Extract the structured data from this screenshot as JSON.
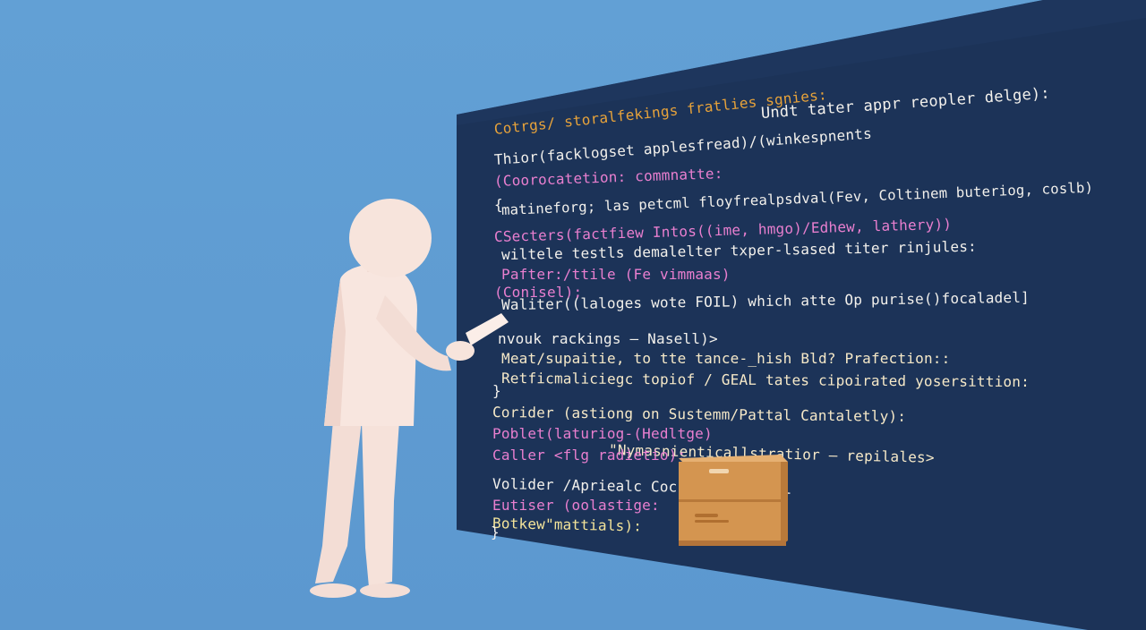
{
  "colors": {
    "background": "#5f9bd0",
    "panel": "#1c3358",
    "figure": "#f7e3dc",
    "cabinet": "#d69a55"
  },
  "code_lines": [
    {
      "id": "l1",
      "text": "Cotrgs/ storalfekings fratlies sgnies:",
      "color": "orange"
    },
    {
      "id": "l2",
      "text": "Undt tater appr reopler delge):",
      "color": "white"
    },
    {
      "id": "l3",
      "text": "Thior(facklogset applesfread)/(winkespnents",
      "color": "white"
    },
    {
      "id": "l4",
      "text": "(Coorocatetion: commnatte:",
      "color": "pink"
    },
    {
      "id": "l5",
      "text": "{",
      "color": "white"
    },
    {
      "id": "l6",
      "text": "matineforg; las petcml floyfrealpsdval(Fev, Coltinem buteriog, coslb)",
      "color": "white"
    },
    {
      "id": "l7",
      "text": "CSecters(factfiew Intos((ime, hmgo)/Edhew, lathery))",
      "color": "pink"
    },
    {
      "id": "l8",
      "text": "wiltele testls demalelter txper-lsased titer rinjules:",
      "color": "white"
    },
    {
      "id": "l9",
      "text": "Pafter:/ttile (Fe vimmaas)",
      "color": "pink"
    },
    {
      "id": "l10",
      "text": "(Conisel);",
      "color": "pink"
    },
    {
      "id": "l11",
      "text": "Waliter((laloges wote FOIL) which atte Op purise()focaladel]",
      "color": "white"
    },
    {
      "id": "l12",
      "text": "nvouk rackings – Nasell)>",
      "color": "white"
    },
    {
      "id": "l13",
      "text": "Meat/supaitie, to tte tance-_hish Bld? Prafection::",
      "color": "cream"
    },
    {
      "id": "l14",
      "text": "Retficmaliciegc topiof / GEAL tates cipoirated yosersittion:",
      "color": "cream"
    },
    {
      "id": "l15",
      "text": "}",
      "color": "white"
    },
    {
      "id": "l16",
      "text": "Corider (astiong on Sustemm/Pattal Cantaletly):",
      "color": "cream"
    },
    {
      "id": "l17",
      "text": "Poblet(laturiog-(Hedltge)",
      "color": "pink"
    },
    {
      "id": "l18",
      "text": "\"Nymasnienticallstratior – repilales>",
      "color": "cream"
    },
    {
      "id": "l19",
      "text": "Caller <flg radietio):",
      "color": "pink"
    },
    {
      "id": "l20",
      "text": "Volider /Apriealc Coccaptrey(tearl",
      "color": "white"
    },
    {
      "id": "l21",
      "text": "Eutiser (oolastige:",
      "color": "pink"
    },
    {
      "id": "l22",
      "text": "Botkew\"mattials):",
      "color": "yellow"
    },
    {
      "id": "l23",
      "text": "}",
      "color": "white"
    }
  ]
}
